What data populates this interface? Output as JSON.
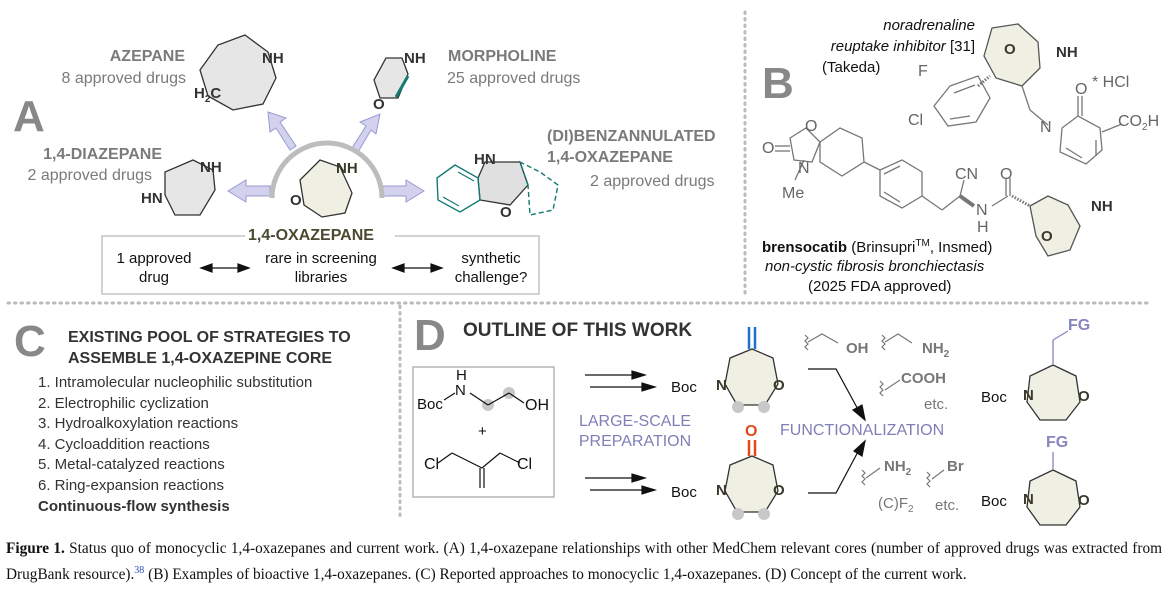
{
  "panelA": {
    "letter": "A",
    "azepane": {
      "name": "AZEPANE",
      "count": "8 approved drugs",
      "atom_nh": "NH",
      "atom_h2c_h": "H",
      "atom_h2c_sub": "2",
      "atom_h2c_c": "C"
    },
    "morpholine": {
      "name": "MORPHOLINE",
      "count": "25 approved drugs",
      "atom_nh": "NH",
      "atom_o": "O"
    },
    "diazepane": {
      "name": "1,4-DIAZEPANE",
      "count": "2 approved drugs",
      "atom_nh": "NH",
      "atom_hn": "HN"
    },
    "benz": {
      "name_line1": "(DI)BENZANNULATED",
      "name_line2": "1,4-OXAZEPANE",
      "count": "2 approved drugs",
      "atom_hn": "HN",
      "atom_o": "O"
    },
    "core": {
      "atom_nh": "NH",
      "atom_o": "O"
    },
    "box": {
      "title": "1,4-OXAZEPANE",
      "col1_line1": "1 approved",
      "col1_line2": "drug",
      "col2_line1": "rare in screening",
      "col2_line2": "libraries",
      "col3_line1": "synthetic",
      "col3_line2": "challenge?"
    }
  },
  "panelB": {
    "letter": "B",
    "drug1": {
      "line1": "noradrenaline",
      "line2_italic": "reuptake inhibitor",
      "line2_ref": " [31]",
      "line3": "(Takeda)",
      "atoms": {
        "o": "O",
        "nh": "NH",
        "f": "F",
        "cl": "Cl",
        "hcl": "* HCl",
        "o2": "O",
        "n": "N",
        "co2h_co": "CO",
        "co2h_sub": "2",
        "co2h_h": "H"
      }
    },
    "drug2": {
      "name": "brensocatib",
      "brand_pre": " (Brinsupri",
      "brand_tm": "TM",
      "brand_post": ", Insmed)",
      "indication": "non-cystic fibrosis bronchiectasis",
      "approval": "(2025 FDA approved)",
      "atoms": {
        "o1": "O",
        "o2": "O",
        "n": "N",
        "me": "Me",
        "cn": "CN",
        "o3": "O",
        "n_amide": "N",
        "h_amide": "H",
        "nh": "NH",
        "o_ring": "O"
      }
    }
  },
  "panelC": {
    "letter": "C",
    "title_line1": "EXISTING POOL OF STRATEGIES TO",
    "title_line2": "ASSEMBLE 1,4-OXAZEPINE CORE",
    "items": [
      "1. Intramolecular nucleophilic substitution",
      "2. Electrophilic cyclization",
      "3. Hydroalkoxylation reactions",
      "4. Cycloaddition reactions",
      "5. Metal-catalyzed reactions",
      "6. Ring-expansion reactions"
    ],
    "bold_item": "Continuous-flow synthesis"
  },
  "panelD": {
    "letter": "D",
    "title": "OUTLINE OF THIS WORK",
    "sm": {
      "h": "H",
      "n": "N",
      "boc": "Boc",
      "oh": "OH",
      "plus": "+",
      "cl1": "Cl",
      "cl2": "Cl"
    },
    "large_scale_line1": "LARGE-SCALE",
    "large_scale_line2": "PREPARATION",
    "functionalization": "FUNCTIONALIZATION",
    "int1": {
      "boc": "Boc",
      "n": "N",
      "o": "O"
    },
    "int2": {
      "boc": "Boc",
      "n": "N",
      "o": "O",
      "ketone_o": "O"
    },
    "fg_top": {
      "oh": "OH",
      "nh2": "NH",
      "nh2_sub": "2",
      "cooh": "COOH",
      "etc": "etc."
    },
    "fg_bottom": {
      "nh2": "NH",
      "nh2_sub": "2",
      "br": "Br",
      "cf2_pre": "(C)F",
      "cf2_sub": "2",
      "etc": "etc."
    },
    "prod1": {
      "fg": "FG",
      "boc": "Boc",
      "n": "N",
      "o": "O"
    },
    "prod2": {
      "fg": "FG",
      "boc": "Boc",
      "n": "N",
      "o": "O"
    }
  },
  "caption": {
    "label": "Figure 1.",
    "text1": " Status quo of monocyclic 1,4-oxazepanes and current work. (A) 1,4-oxazepane relationships with other MedChem relevant cores (number of approved drugs was extracted from DrugBank resource).",
    "ref": "38",
    "text2": " (B) Examples of bioactive 1,4-oxazepanes. (C) Reported approaches to monocyclic 1,4-oxazepanes. (D) Concept of the current work."
  },
  "colors": {
    "teal": "#127a72",
    "lavender": "#8585c0",
    "arrow_fill": "#d2d2ee",
    "ring_gray": "#e6e6e6",
    "ring_beige": "#efefe3",
    "alkene_blue": "#1f6fcf",
    "ketone_red": "#e2481c",
    "label_gray": "#7a7a7a"
  }
}
